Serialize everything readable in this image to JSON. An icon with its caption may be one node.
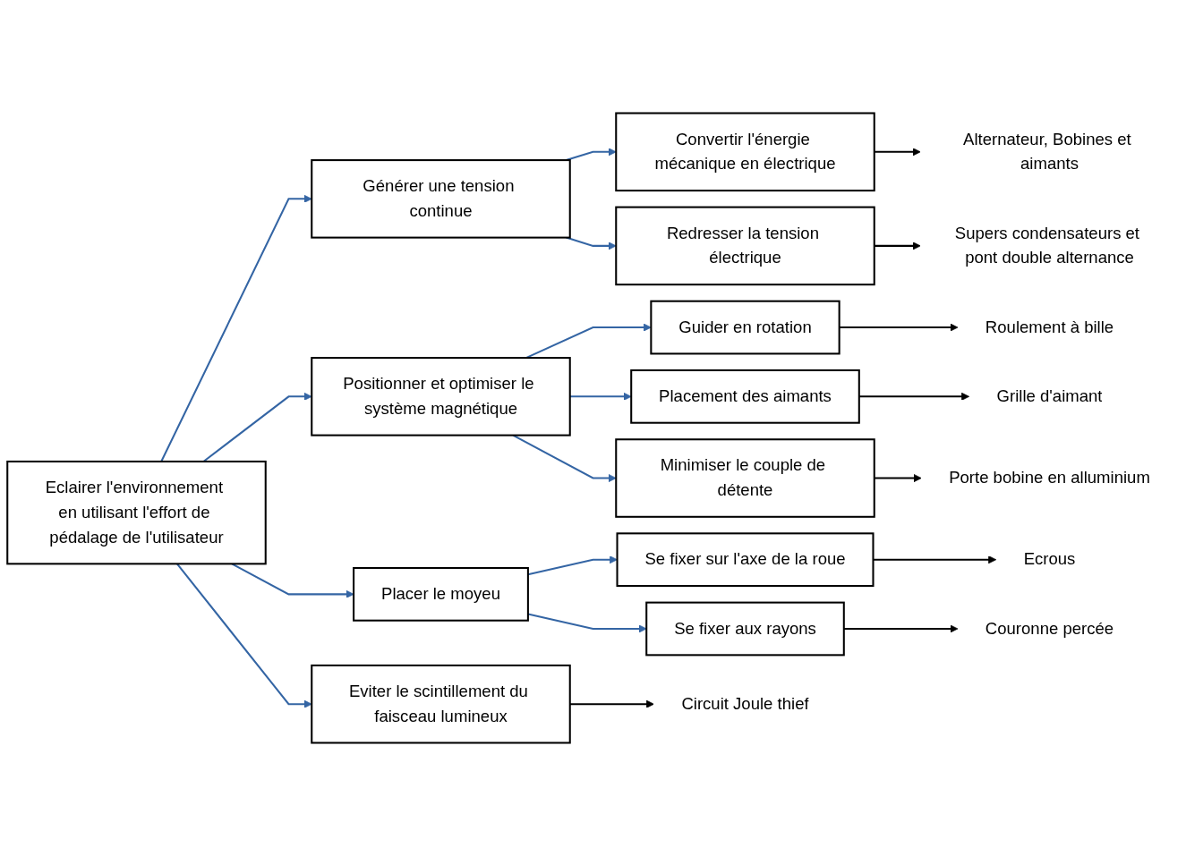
{
  "diagram": {
    "nodes": [
      {
        "text": [
          "Eclairer l'environnement en utilisant l'effort de pédalage de l'utilisateur"
        ]
      },
      {
        "text": [
          "Générer une tension continue"
        ]
      },
      {
        "text": [
          "Convertir l'énergie mécanique en électrique"
        ]
      },
      {
        "text": [
          "Alternateur, Bobines et aimants"
        ]
      },
      {
        "text": [
          "Redresser la tension électrique"
        ]
      },
      {
        "text": [
          "Supers condensateurs et pont double alternance"
        ]
      },
      {
        "text": [
          "Positionner et optimiser le système magnétique"
        ]
      },
      {
        "text": [
          "Guider en rotation"
        ]
      },
      {
        "text": [
          "Roulement à bille"
        ]
      },
      {
        "text": [
          "Placement des aimants"
        ]
      },
      {
        "text": [
          "Grille d'aimant"
        ]
      },
      {
        "text": [
          "Minimiser le couple de détente"
        ]
      },
      {
        "text": [
          "Porte bobine en alluminium"
        ]
      },
      {
        "text": [
          "Placer le moyeu"
        ]
      },
      {
        "text": [
          "Se fixer sur l'axe de la roue"
        ]
      },
      {
        "text": [
          "Ecrous"
        ]
      },
      {
        "text": [
          "Se fixer aux rayons"
        ]
      },
      {
        "text": [
          "Couronne percée"
        ]
      },
      {
        "text": [
          "Eviter le scintillement du faisceau lumineux"
        ]
      },
      {
        "text": [
          "Circuit Joule thief"
        ]
      }
    ],
    "edges": [
      {
        "from": 0,
        "to": 1,
        "arrow": "to"
      },
      {
        "from": 0,
        "to": 6,
        "arrow": "to"
      },
      {
        "from": 0,
        "to": 13,
        "arrow": "to"
      },
      {
        "from": 0,
        "to": 18,
        "arrow": "to"
      },
      {
        "from": 1,
        "to": 2,
        "arrow": "to"
      },
      {
        "from": 1,
        "to": 4,
        "arrow": "to"
      },
      {
        "from": 2,
        "to": 3,
        "arrow": "to",
        "color": "#000000"
      },
      {
        "from": 4,
        "to": 5,
        "arrow": "to",
        "color": "#000000"
      },
      {
        "from": 6,
        "to": 7,
        "arrow": "to"
      },
      {
        "from": 6,
        "to": 9,
        "arrow": "to"
      },
      {
        "from": 6,
        "to": 11,
        "arrow": "to"
      },
      {
        "from": 7,
        "to": 8,
        "arrow": "to",
        "color": "#000000"
      },
      {
        "from": 9,
        "to": 10,
        "arrow": "to",
        "color": "#000000"
      },
      {
        "from": 11,
        "to": 12,
        "arrow": "to",
        "color": "#000000"
      },
      {
        "from": 13,
        "to": 14,
        "arrow": "to"
      },
      {
        "from": 13,
        "to": 16,
        "arrow": "to"
      },
      {
        "from": 14,
        "to": 15,
        "arrow": "to",
        "color": "#000000"
      },
      {
        "from": 16,
        "to": 17,
        "arrow": "to",
        "color": "#000000"
      },
      {
        "from": 18,
        "to": 19,
        "arrow": "to",
        "color": "#000000"
      }
    ]
  }
}
